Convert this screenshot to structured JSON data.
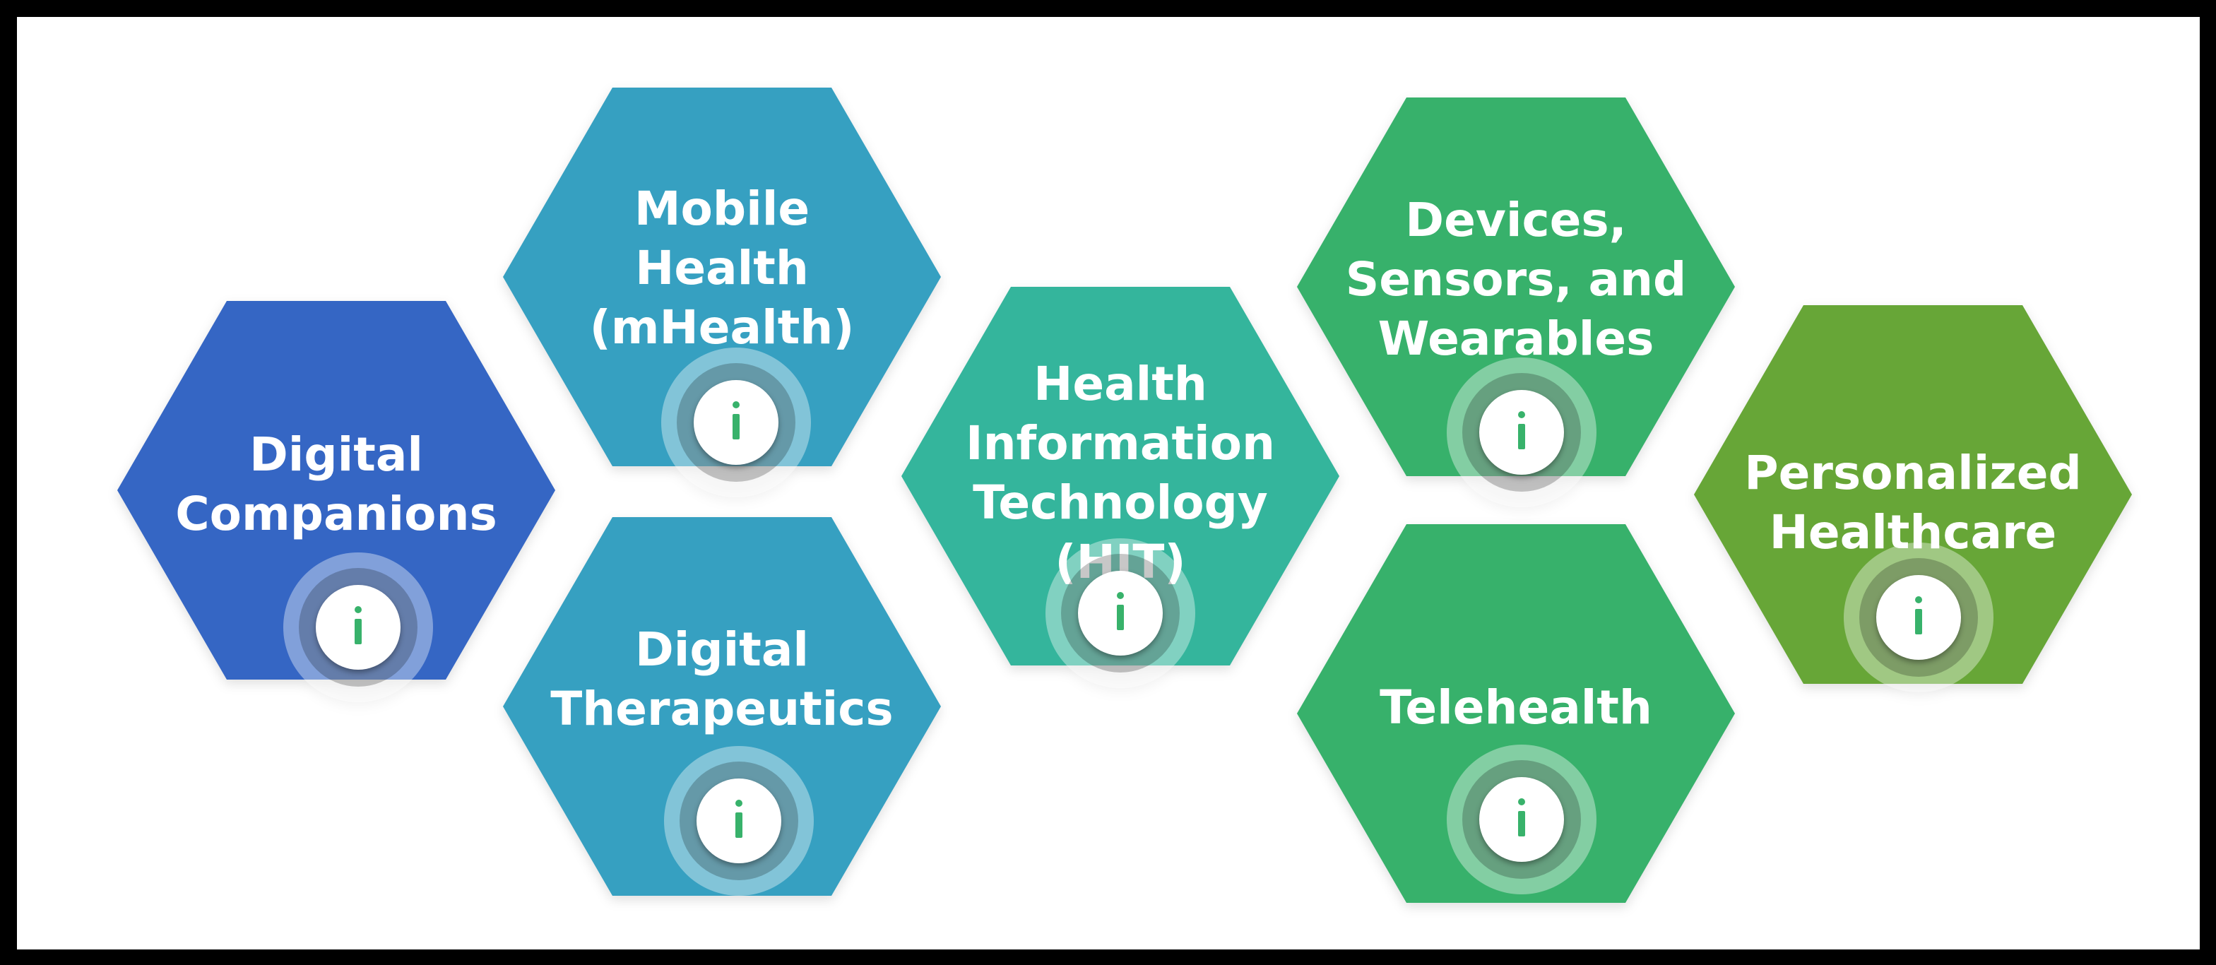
{
  "colors": {
    "companions": "#3566c4",
    "mobile_health": "#36a0c1",
    "therapeutics": "#36a0c1",
    "hit": "#34b59c",
    "devices": "#37b16b",
    "telehealth": "#37b16b",
    "personalized": "#67a637",
    "info_icon_glyph": "#38b26b"
  },
  "icons": {
    "info": "info-icon"
  },
  "hexagons": {
    "digital_companions": {
      "label": "Digital\nCompanions"
    },
    "mobile_health": {
      "label": "Mobile\nHealth\n(mHealth)"
    },
    "digital_therapeutics": {
      "label": "Digital\nTherapeutics"
    },
    "health_it": {
      "label": "Health\nInformation\nTechnology\n(HIT)"
    },
    "devices_sensors": {
      "label": "Devices,\nSensors, and\nWearables"
    },
    "telehealth": {
      "label": "Telehealth"
    },
    "personalized_healthcare": {
      "label": "Personalized\nHealthcare"
    }
  }
}
